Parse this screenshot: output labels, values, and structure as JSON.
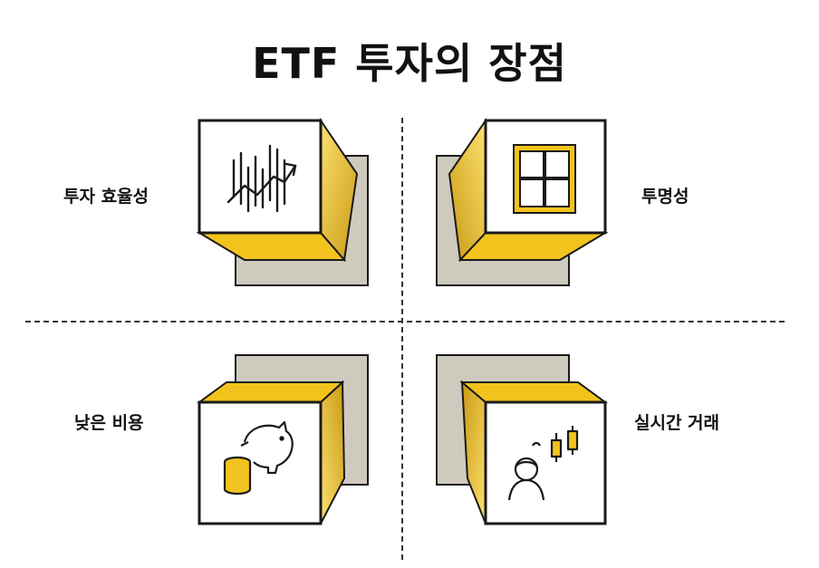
{
  "title": "ETF 투자의 장점",
  "items": [
    {
      "label": "투자 효율성",
      "icon": "trend-chart-icon"
    },
    {
      "label": "투명성",
      "icon": "window-icon"
    },
    {
      "label": "낮은 비용",
      "icon": "piggy-bank-coins-icon"
    },
    {
      "label": "실시간 거래",
      "icon": "trader-candlestick-icon"
    }
  ],
  "colors": {
    "accent_yellow": "#f2c31c",
    "accent_dark_yellow": "#b8901b",
    "shadow_gray": "#cfcabe",
    "outline": "#1a1a1a"
  }
}
